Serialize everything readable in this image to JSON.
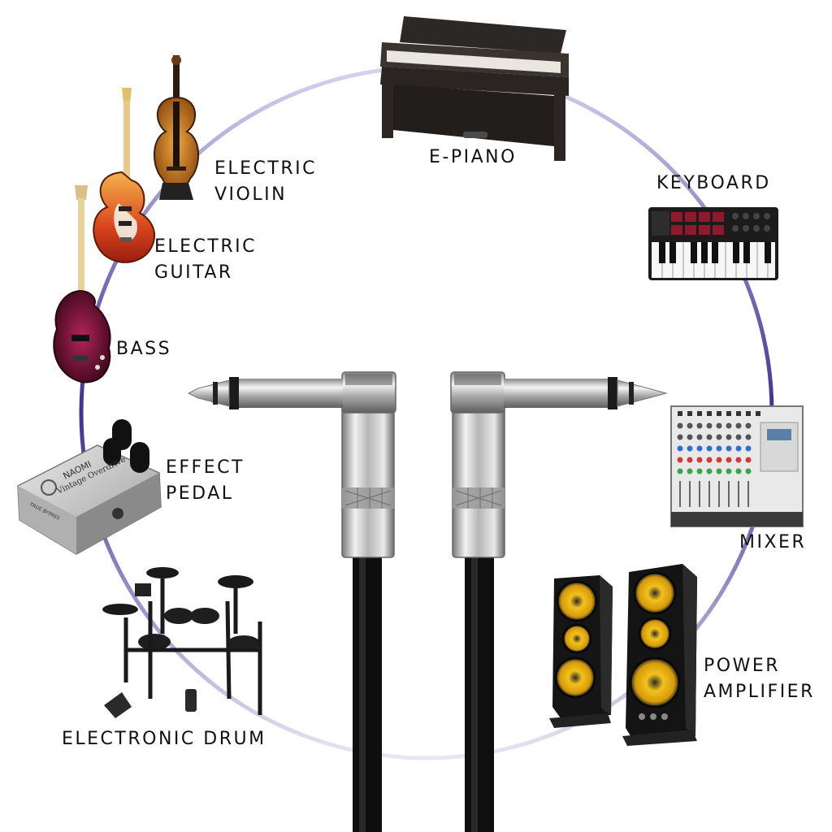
{
  "labels": {
    "e_piano": "E-PIANO",
    "keyboard": "KEYBOARD",
    "electric_violin_l1": "ELECTRIC",
    "electric_violin_l2": "VIOLIN",
    "electric_guitar_l1": "ELECTRIC",
    "electric_guitar_l2": "GUITAR",
    "bass": "BASS",
    "effect_pedal_l1": "EFFECT",
    "effect_pedal_l2": "PEDAL",
    "mixer": "MIXER",
    "power_amplifier_l1": "POWER",
    "power_amplifier_l2": "AMPLIFIER",
    "electronic_drum": "ELECTRONIC DRUM"
  },
  "pedal_text": {
    "brand": "NAOMI",
    "model": "Vintage Overdrive",
    "switch": "TRUE BYPASS"
  },
  "colors": {
    "ring_start": "#3a2f8c",
    "ring_end": "#e6e3f3",
    "text": "#111111",
    "cable": "#0d0d0d",
    "metal": "#c8c8c8"
  }
}
